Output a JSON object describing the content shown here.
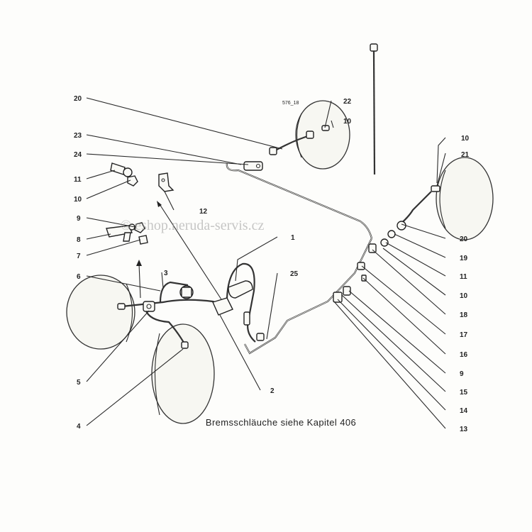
{
  "figure_ref": "576_18",
  "watermark": "© eshop.neruda-servis.cz",
  "caption": "Bremsschläuche siehe Kapitel 406",
  "callouts": [
    {
      "id": "c20a",
      "label": "20"
    },
    {
      "id": "c22",
      "label": "22"
    },
    {
      "id": "c10a",
      "label": "10"
    },
    {
      "id": "c23",
      "label": "23"
    },
    {
      "id": "c24",
      "label": "24"
    },
    {
      "id": "c10b",
      "label": "10"
    },
    {
      "id": "c21",
      "label": "21"
    },
    {
      "id": "c11a",
      "label": "11"
    },
    {
      "id": "c10c",
      "label": "10"
    },
    {
      "id": "c12",
      "label": "12"
    },
    {
      "id": "c9a",
      "label": "9"
    },
    {
      "id": "c8",
      "label": "8"
    },
    {
      "id": "c7",
      "label": "7"
    },
    {
      "id": "c1",
      "label": "1"
    },
    {
      "id": "c20b",
      "label": "20"
    },
    {
      "id": "c19",
      "label": "19"
    },
    {
      "id": "c6",
      "label": "6"
    },
    {
      "id": "c3",
      "label": "3"
    },
    {
      "id": "c25",
      "label": "25"
    },
    {
      "id": "c11b",
      "label": "11"
    },
    {
      "id": "c10d",
      "label": "10"
    },
    {
      "id": "c18",
      "label": "18"
    },
    {
      "id": "c17",
      "label": "17"
    },
    {
      "id": "c16",
      "label": "16"
    },
    {
      "id": "c9b",
      "label": "9"
    },
    {
      "id": "c5",
      "label": "5"
    },
    {
      "id": "c2",
      "label": "2"
    },
    {
      "id": "c15",
      "label": "15"
    },
    {
      "id": "c14",
      "label": "14"
    },
    {
      "id": "c4",
      "label": "4"
    },
    {
      "id": "c13",
      "label": "13"
    }
  ]
}
